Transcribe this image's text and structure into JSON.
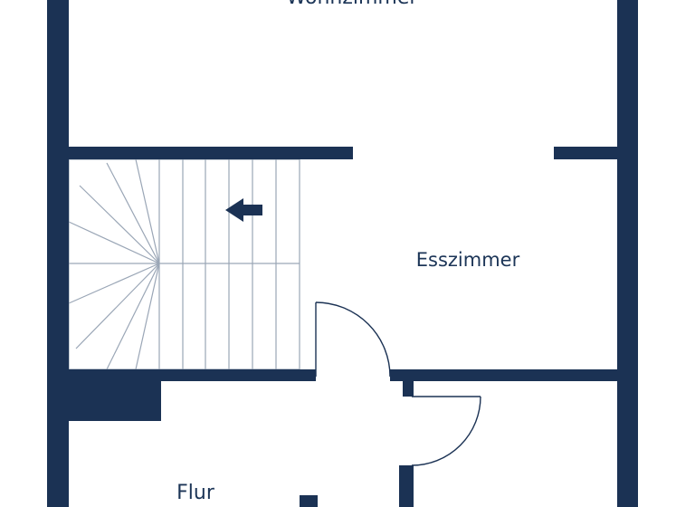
{
  "rooms": {
    "wohnzimmer": "Wohnzimmer",
    "esszimmer": "Esszimmer",
    "flur": "Flur"
  },
  "colors": {
    "wall": "#1b3254",
    "stair_line": "#9aa6b6",
    "door_line": "#1b3254",
    "background": "#ffffff"
  },
  "icons": {
    "stair_direction": "arrow-left-icon"
  }
}
